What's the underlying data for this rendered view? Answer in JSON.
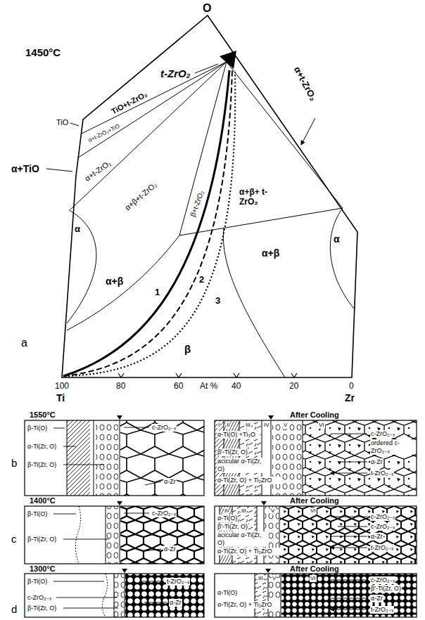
{
  "diagram": {
    "labels": [
      "O",
      "1450°C",
      "t-ZrO₂",
      "TiO+t-ZrO₂",
      "TiO",
      "α+TiO",
      "α+t-ZrO₂+TiO",
      "α+t-ZrO₂",
      "α+β+t-ZrO₂",
      "β+t-ZrO₂",
      "α+β+ t-ZrO₂",
      "α+t-ZrO₂",
      "α",
      "α+β",
      "1",
      "2",
      "3",
      "β",
      "α+β",
      "α",
      "a",
      "100",
      "80",
      "60",
      "At %",
      "40",
      "20",
      "0",
      "Ti",
      "Zr",
      "1550°C",
      "b",
      "β-Ti(O)",
      "α-Ti(Zr, O)",
      "β-Ti(Zr, O)",
      "c-ZrO₂₋ₓ",
      "α-Zr",
      "After Cooling",
      "I",
      "II",
      "III",
      "IV",
      "V",
      "VI",
      "α-Ti(O) +Ti₃O",
      "β'-Ti(Zr, O)",
      "acicular α-Ti(Zr, O)",
      "α-Ti(Zr, O) + Ti₂ZrO",
      "c-ZrO₂₋ₓ",
      "ordered c-ZrO₂₋ₓ",
      "α-Zr",
      "t-ZrO₂₋ₓ",
      "1400°C",
      "c",
      "β-Ti(O)",
      "β-Ti(Zr, O)",
      "c-ZrO₂₋ₓ",
      "α-Zr",
      "After Cooling",
      "II",
      "III",
      "V",
      "VI",
      "α-Ti(O)",
      "β'-Ti(Zr, O)",
      "acicular α-Ti(Zr, O)",
      "α-Ti(Zr, O) + Ti₂ZrO",
      "c-ZrO₂₋ₓ",
      "c-ZrO₂₋ₓ",
      "α-Zr",
      "t-ZrO₂₋ₓ",
      "1300°C",
      "d",
      "β-Ti(O)",
      "c-ZrO₂₋ₓ",
      "β-Ti(Zr, O)",
      "t-ZrO₂₋ₓ",
      "α-Zr",
      "After Cooling",
      "III",
      "V",
      "VI",
      "α-Ti(O)",
      "α-Ti(Zr, O) + Ti₂ZrO",
      "c-ZrO₂₋ₓ",
      "β'-Ti(Zr, O)",
      "α-Zr",
      "t-ZrO₂₋ₓ"
    ]
  }
}
